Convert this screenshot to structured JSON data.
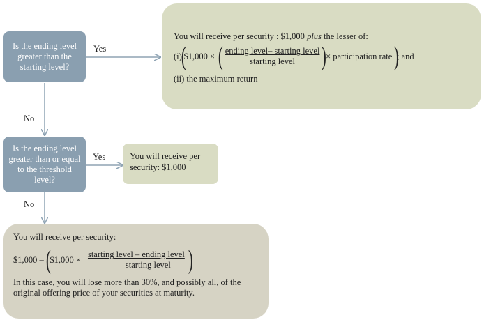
{
  "questions": {
    "q1": "Is the ending level greater than the starting level?",
    "q2": "Is the ending level greater than or equal to the threshold level?"
  },
  "edge_labels": {
    "yes1": "Yes",
    "no1": "No",
    "yes2": "Yes",
    "no2": "No"
  },
  "outcome_upside": {
    "intro_prefix": "You will receive per security : $1,000 ",
    "intro_italic": "plus",
    "intro_suffix": " the lesser of:",
    "item1_prefix": "(i)",
    "item1_amount": "$1,000 ×",
    "item1_numerator": "ending level– starting level",
    "item1_denominator": "starting level",
    "item1_times": "× participation rate",
    "item1_suffix": "; and",
    "item2": "(ii) the maximum return"
  },
  "outcome_threshold": {
    "text": "You will receive per security: $1,000"
  },
  "outcome_loss": {
    "intro": "You will receive per security:",
    "formula_prefix": "$1,000 –",
    "formula_amount": "$1,000 ×",
    "formula_numerator": "starting level – ending level",
    "formula_denominator": "starting level",
    "note": "In this case, you will lose more than 30%, and possibly all, of the original offering price of your securities at maturity."
  },
  "colors": {
    "question_box": "#8a9fb0",
    "upside_box": "#d9dcc3",
    "threshold_box": "#d9dcc3",
    "loss_box": "#d6d3c4",
    "arrow": "#8fa4b4"
  }
}
